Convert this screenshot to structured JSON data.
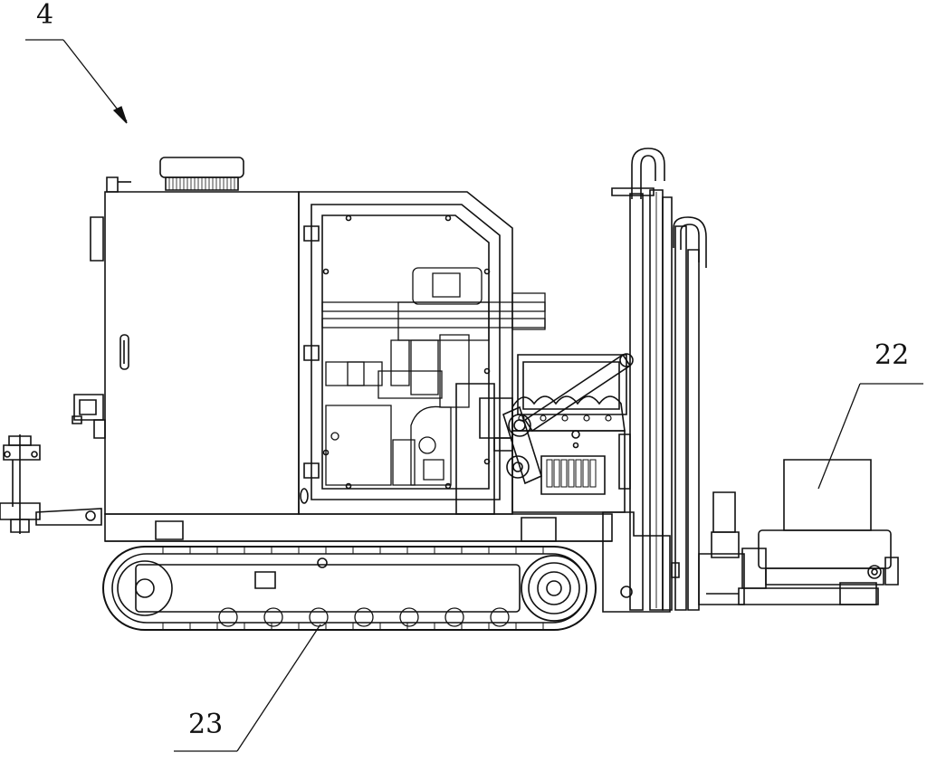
{
  "labels": {
    "ref_4": "4",
    "ref_22": "22",
    "ref_23": "23"
  },
  "colors": {
    "line": "#111111",
    "background": "#ffffff"
  }
}
